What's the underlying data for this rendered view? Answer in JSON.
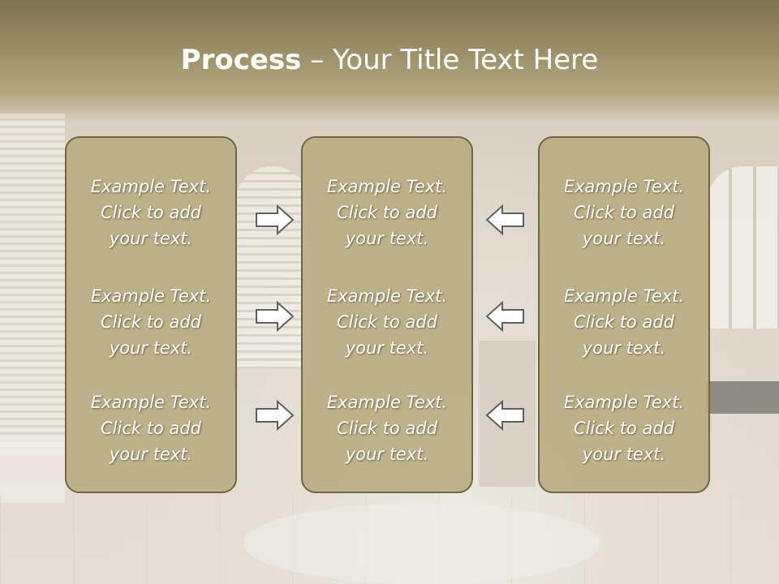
{
  "title": {
    "strong": "Process",
    "dash": " – ",
    "rest": "Your Title Text Here"
  },
  "columns": [
    {
      "items": [
        {
          "line1": "Example Text.",
          "line2": "Click  to add",
          "line3": "your text."
        },
        {
          "line1": "Example Text.",
          "line2": "Click  to add",
          "line3": "your text."
        },
        {
          "line1": "Example Text.",
          "line2": "Click  to add",
          "line3": "your text."
        }
      ]
    },
    {
      "items": [
        {
          "line1": "Example Text.",
          "line2": "Click  to add",
          "line3": "your text."
        },
        {
          "line1": "Example Text.",
          "line2": "Click  to add",
          "line3": "your text."
        },
        {
          "line1": "Example Text.",
          "line2": "Click  to add",
          "line3": "your text."
        }
      ]
    },
    {
      "items": [
        {
          "line1": "Example Text.",
          "line2": "Click  to add",
          "line3": "your text."
        },
        {
          "line1": "Example Text.",
          "line2": "Click  to add",
          "line3": "your text."
        },
        {
          "line1": "Example Text.",
          "line2": "Click  to add",
          "line3": "your text."
        }
      ]
    }
  ],
  "arrows": {
    "left_group": "arrow-right-icon",
    "right_group": "arrow-left-icon"
  },
  "colors": {
    "header": "#9a8e66",
    "box_fill": "#b8ac80",
    "box_border": "#6f6547",
    "text": "#ffffff"
  }
}
